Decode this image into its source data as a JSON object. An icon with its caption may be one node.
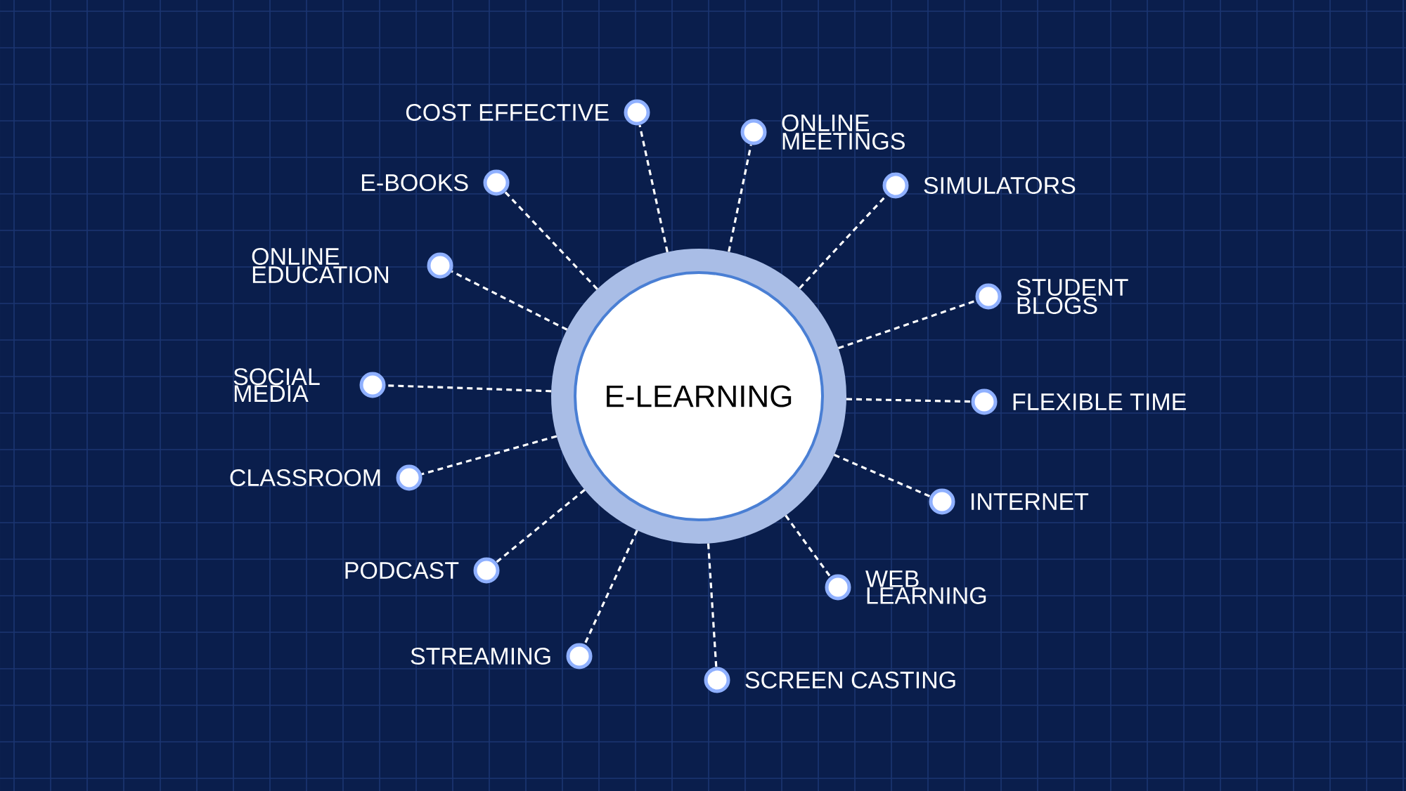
{
  "diagram": {
    "nodes": [
      {
        "text": [
          "E-LEARNING"
        ]
      },
      {
        "text": [],
        "shape": "circle",
        "beside": [
          "COST EFFECTIVE"
        ]
      },
      {
        "text": [],
        "shape": "circle",
        "beside": [
          "ONLINE MEETINGS"
        ]
      },
      {
        "text": [],
        "shape": "circle",
        "beside": [
          "SIMULATORS"
        ]
      },
      {
        "text": [],
        "shape": "circle",
        "beside": [
          "STUDENT BLOGS"
        ]
      },
      {
        "text": [],
        "shape": "circle",
        "beside": [
          "FLEXIBLE TIME"
        ]
      },
      {
        "text": [],
        "shape": "circle",
        "beside": [
          "INTERNET"
        ]
      },
      {
        "text": [],
        "shape": "circle",
        "beside": [
          "WEB LEARNING"
        ]
      },
      {
        "text": [],
        "shape": "circle",
        "beside": [
          "SCREEN CASTING"
        ]
      },
      {
        "text": [],
        "shape": "circle",
        "beside": [
          "STREAMING"
        ]
      },
      {
        "text": [],
        "shape": "circle",
        "beside": [
          "PODCAST"
        ]
      },
      {
        "text": [],
        "shape": "circle",
        "beside": [
          "CLASSROOM"
        ]
      },
      {
        "text": [],
        "shape": "circle",
        "beside": [
          "SOCIAL MEDIA"
        ]
      },
      {
        "text": [],
        "shape": "circle",
        "beside": [
          "ONLINE EDUCATION"
        ]
      },
      {
        "text": [],
        "shape": "circle",
        "beside": [
          "E-BOOKS"
        ]
      }
    ],
    "edges": [
      {
        "from": 0,
        "to": 1,
        "arrow": "none",
        "style": "dashed"
      },
      {
        "from": 0,
        "to": 2,
        "arrow": "none",
        "style": "dashed"
      },
      {
        "from": 0,
        "to": 3,
        "arrow": "none",
        "style": "dashed"
      },
      {
        "from": 0,
        "to": 4,
        "arrow": "none",
        "style": "dashed"
      },
      {
        "from": 0,
        "to": 5,
        "arrow": "none",
        "style": "dashed"
      },
      {
        "from": 0,
        "to": 6,
        "arrow": "none",
        "style": "dashed"
      },
      {
        "from": 0,
        "to": 7,
        "arrow": "none",
        "style": "dashed"
      },
      {
        "from": 0,
        "to": 8,
        "arrow": "none",
        "style": "dashed"
      },
      {
        "from": 0,
        "to": 9,
        "arrow": "none",
        "style": "dashed"
      },
      {
        "from": 0,
        "to": 10,
        "arrow": "none",
        "style": "dashed"
      },
      {
        "from": 0,
        "to": 11,
        "arrow": "none",
        "style": "dashed"
      },
      {
        "from": 0,
        "to": 12,
        "arrow": "none",
        "style": "dashed"
      },
      {
        "from": 0,
        "to": 13,
        "arrow": "none",
        "style": "dashed"
      },
      {
        "from": 0,
        "to": 14,
        "arrow": "none",
        "style": "dashed"
      }
    ]
  }
}
